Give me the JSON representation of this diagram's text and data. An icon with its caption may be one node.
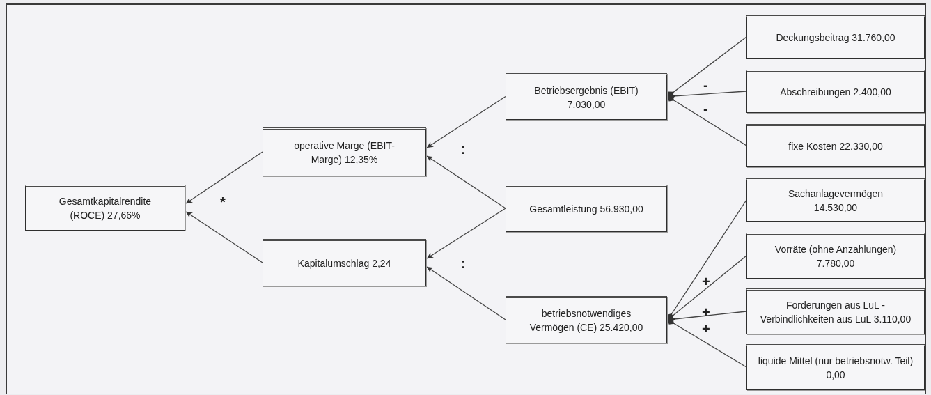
{
  "diagram": {
    "nodes": [
      {
        "text": [
          "Gesamtkapitalrendite (ROCE) 27,66%"
        ]
      },
      {
        "text": [
          "operative Marge (EBIT-Marge) 12,35%"
        ]
      },
      {
        "text": [
          "Kapitalumschlag 2,24"
        ]
      },
      {
        "text": [
          "Betriebsergebnis (EBIT) 7.030,00"
        ]
      },
      {
        "text": [
          "Gesamtleistung 56.930,00"
        ]
      },
      {
        "text": [
          "betriebsnotwendiges Vermögen (CE) 25.420,00"
        ]
      },
      {
        "text": [
          "Deckungsbeitrag 31.760,00"
        ]
      },
      {
        "text": [
          "Abschreibungen 2.400,00"
        ]
      },
      {
        "text": [
          "fixe Kosten 22.330,00"
        ]
      },
      {
        "text": [
          "Sachanlagevermögen 14.530,00"
        ]
      },
      {
        "text": [
          "Vorräte (ohne Anzahlungen) 7.780,00"
        ]
      },
      {
        "text": [
          "Forderungen aus LuL - Verbindlichkeiten aus LuL 3.110,00"
        ]
      },
      {
        "text": [
          "liquide Mittel (nur betriebsnotw. Teil) 0,00"
        ]
      }
    ],
    "edges": [
      {
        "from": 1,
        "to": 0,
        "arrow": "to"
      },
      {
        "from": 2,
        "to": 0,
        "arrow": "to"
      },
      {
        "from": 3,
        "to": 1,
        "arrow": "to"
      },
      {
        "from": 4,
        "to": 1,
        "arrow": "to"
      },
      {
        "from": 4,
        "to": 2,
        "arrow": "to"
      },
      {
        "from": 5,
        "to": 2,
        "arrow": "to"
      },
      {
        "from": 6,
        "to": 3,
        "arrow": "other"
      },
      {
        "from": 7,
        "to": 3,
        "arrow": "other"
      },
      {
        "from": 8,
        "to": 3,
        "arrow": "other"
      },
      {
        "from": 9,
        "to": 5,
        "arrow": "other"
      },
      {
        "from": 10,
        "to": 5,
        "arrow": "other"
      },
      {
        "from": 11,
        "to": 5,
        "arrow": "other"
      },
      {
        "from": 12,
        "to": 5,
        "arrow": "other"
      }
    ],
    "labels": [
      "*",
      ":",
      ":",
      "-",
      "-",
      "+",
      "+",
      "+"
    ]
  }
}
